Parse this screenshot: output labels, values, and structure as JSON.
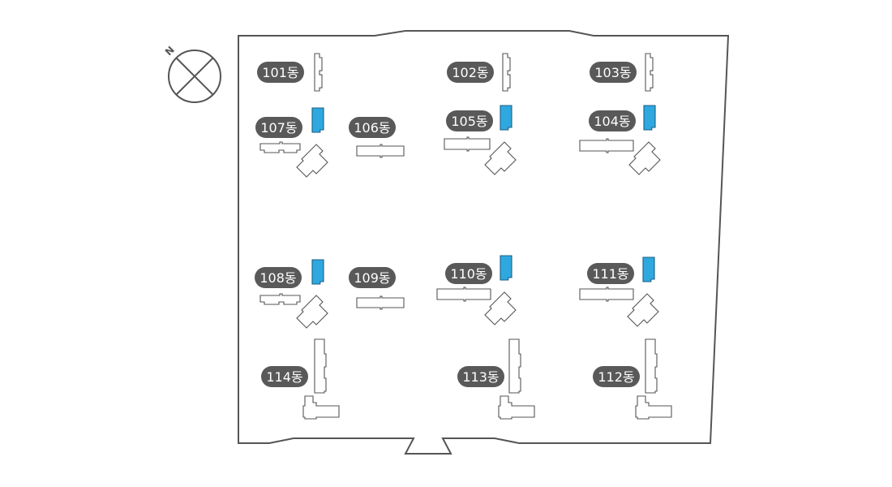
{
  "compass": {
    "north_label": "N"
  },
  "colors": {
    "highlight": "#2fa8df",
    "label_bg": "#595959",
    "outline": "#555555"
  },
  "buildings": [
    {
      "id": "101",
      "label": "101동",
      "highlight": false
    },
    {
      "id": "102",
      "label": "102동",
      "highlight": false
    },
    {
      "id": "103",
      "label": "103동",
      "highlight": false
    },
    {
      "id": "104",
      "label": "104동",
      "highlight": true
    },
    {
      "id": "105",
      "label": "105동",
      "highlight": true
    },
    {
      "id": "106",
      "label": "106동",
      "highlight": false
    },
    {
      "id": "107",
      "label": "107동",
      "highlight": true
    },
    {
      "id": "108",
      "label": "108동",
      "highlight": true
    },
    {
      "id": "109",
      "label": "109동",
      "highlight": false
    },
    {
      "id": "110",
      "label": "110동",
      "highlight": true
    },
    {
      "id": "111",
      "label": "111동",
      "highlight": true
    },
    {
      "id": "112",
      "label": "112동",
      "highlight": false
    },
    {
      "id": "113",
      "label": "113동",
      "highlight": false
    },
    {
      "id": "114",
      "label": "114동",
      "highlight": false
    }
  ]
}
